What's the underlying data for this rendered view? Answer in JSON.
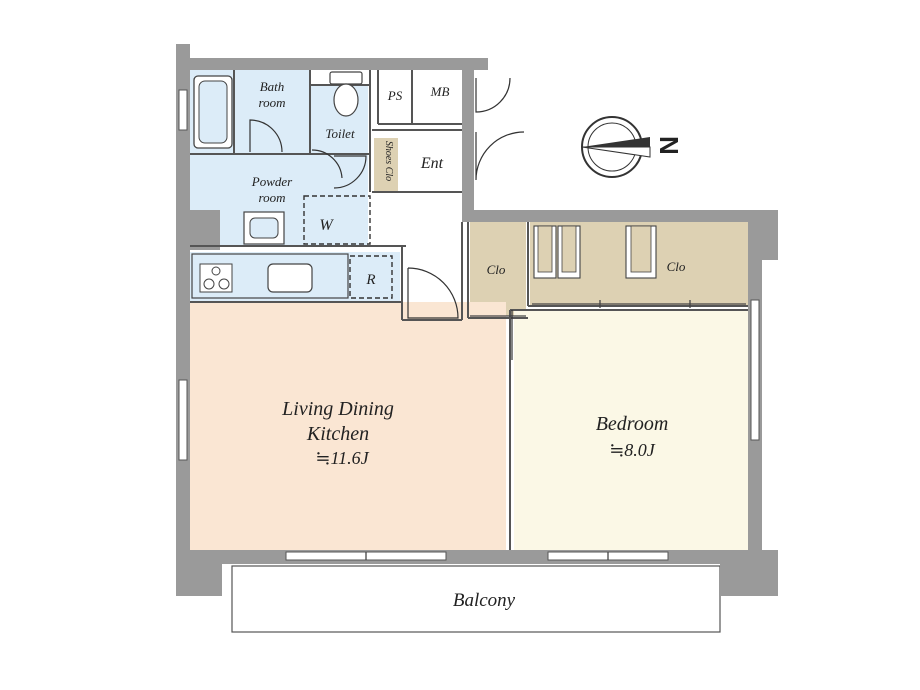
{
  "rooms": {
    "bathroom": {
      "line1": "Bath",
      "line2": "room"
    },
    "toilet": "Toilet",
    "ps": "PS",
    "mb": "MB",
    "shoes_closet": "Shoes Clo",
    "entrance": "Ent",
    "powder_room": {
      "line1": "Powder",
      "line2": "room"
    },
    "washer": "W",
    "refrigerator": "R",
    "closet_left": "Clo",
    "closet_right": "Clo",
    "ldk": {
      "line1": "Living Dining",
      "line2": "Kitchen",
      "area": "≒11.6J"
    },
    "bedroom": {
      "name": "Bedroom",
      "area": "≒8.0J"
    },
    "balcony": "Balcony"
  },
  "compass": {
    "label": "N"
  },
  "colors": {
    "wall": "#9a9a9a",
    "ldk_floor": "#fae6d3",
    "bedroom_floor": "#fbf8e6",
    "wet_area_floor": "#dcecf8",
    "closet_floor": "#ddd1b3",
    "balcony_floor": "#ffffff"
  }
}
